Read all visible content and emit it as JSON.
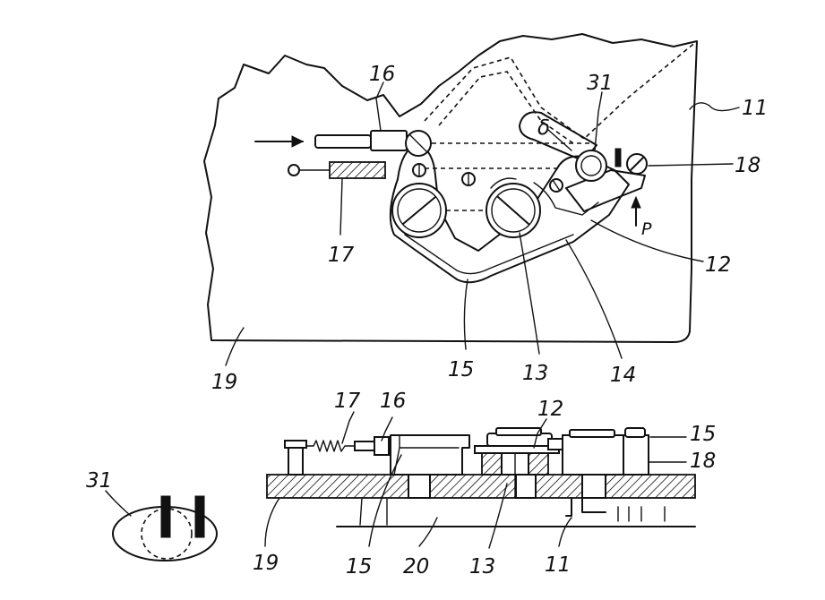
{
  "figure": {
    "top_view": {
      "labels": {
        "plate": "11",
        "base": "19",
        "screw_center": "13",
        "lever": "15",
        "pin": "16",
        "spring": "17",
        "stop_screw": "18",
        "cam": "31",
        "bracket": "12",
        "spring_arm": "14",
        "angle": "δ",
        "direction": "P",
        "marker": "I"
      }
    },
    "section_view": {
      "labels": {
        "spring": "17",
        "pin": "16",
        "bracket": "12",
        "lever": "15",
        "stop_screw": "18",
        "base": "19",
        "lever_under": "15",
        "carrier": "20",
        "screw_center": "13",
        "plate": "11"
      }
    },
    "detail_view": {
      "labels": {
        "cam": "31"
      }
    }
  }
}
